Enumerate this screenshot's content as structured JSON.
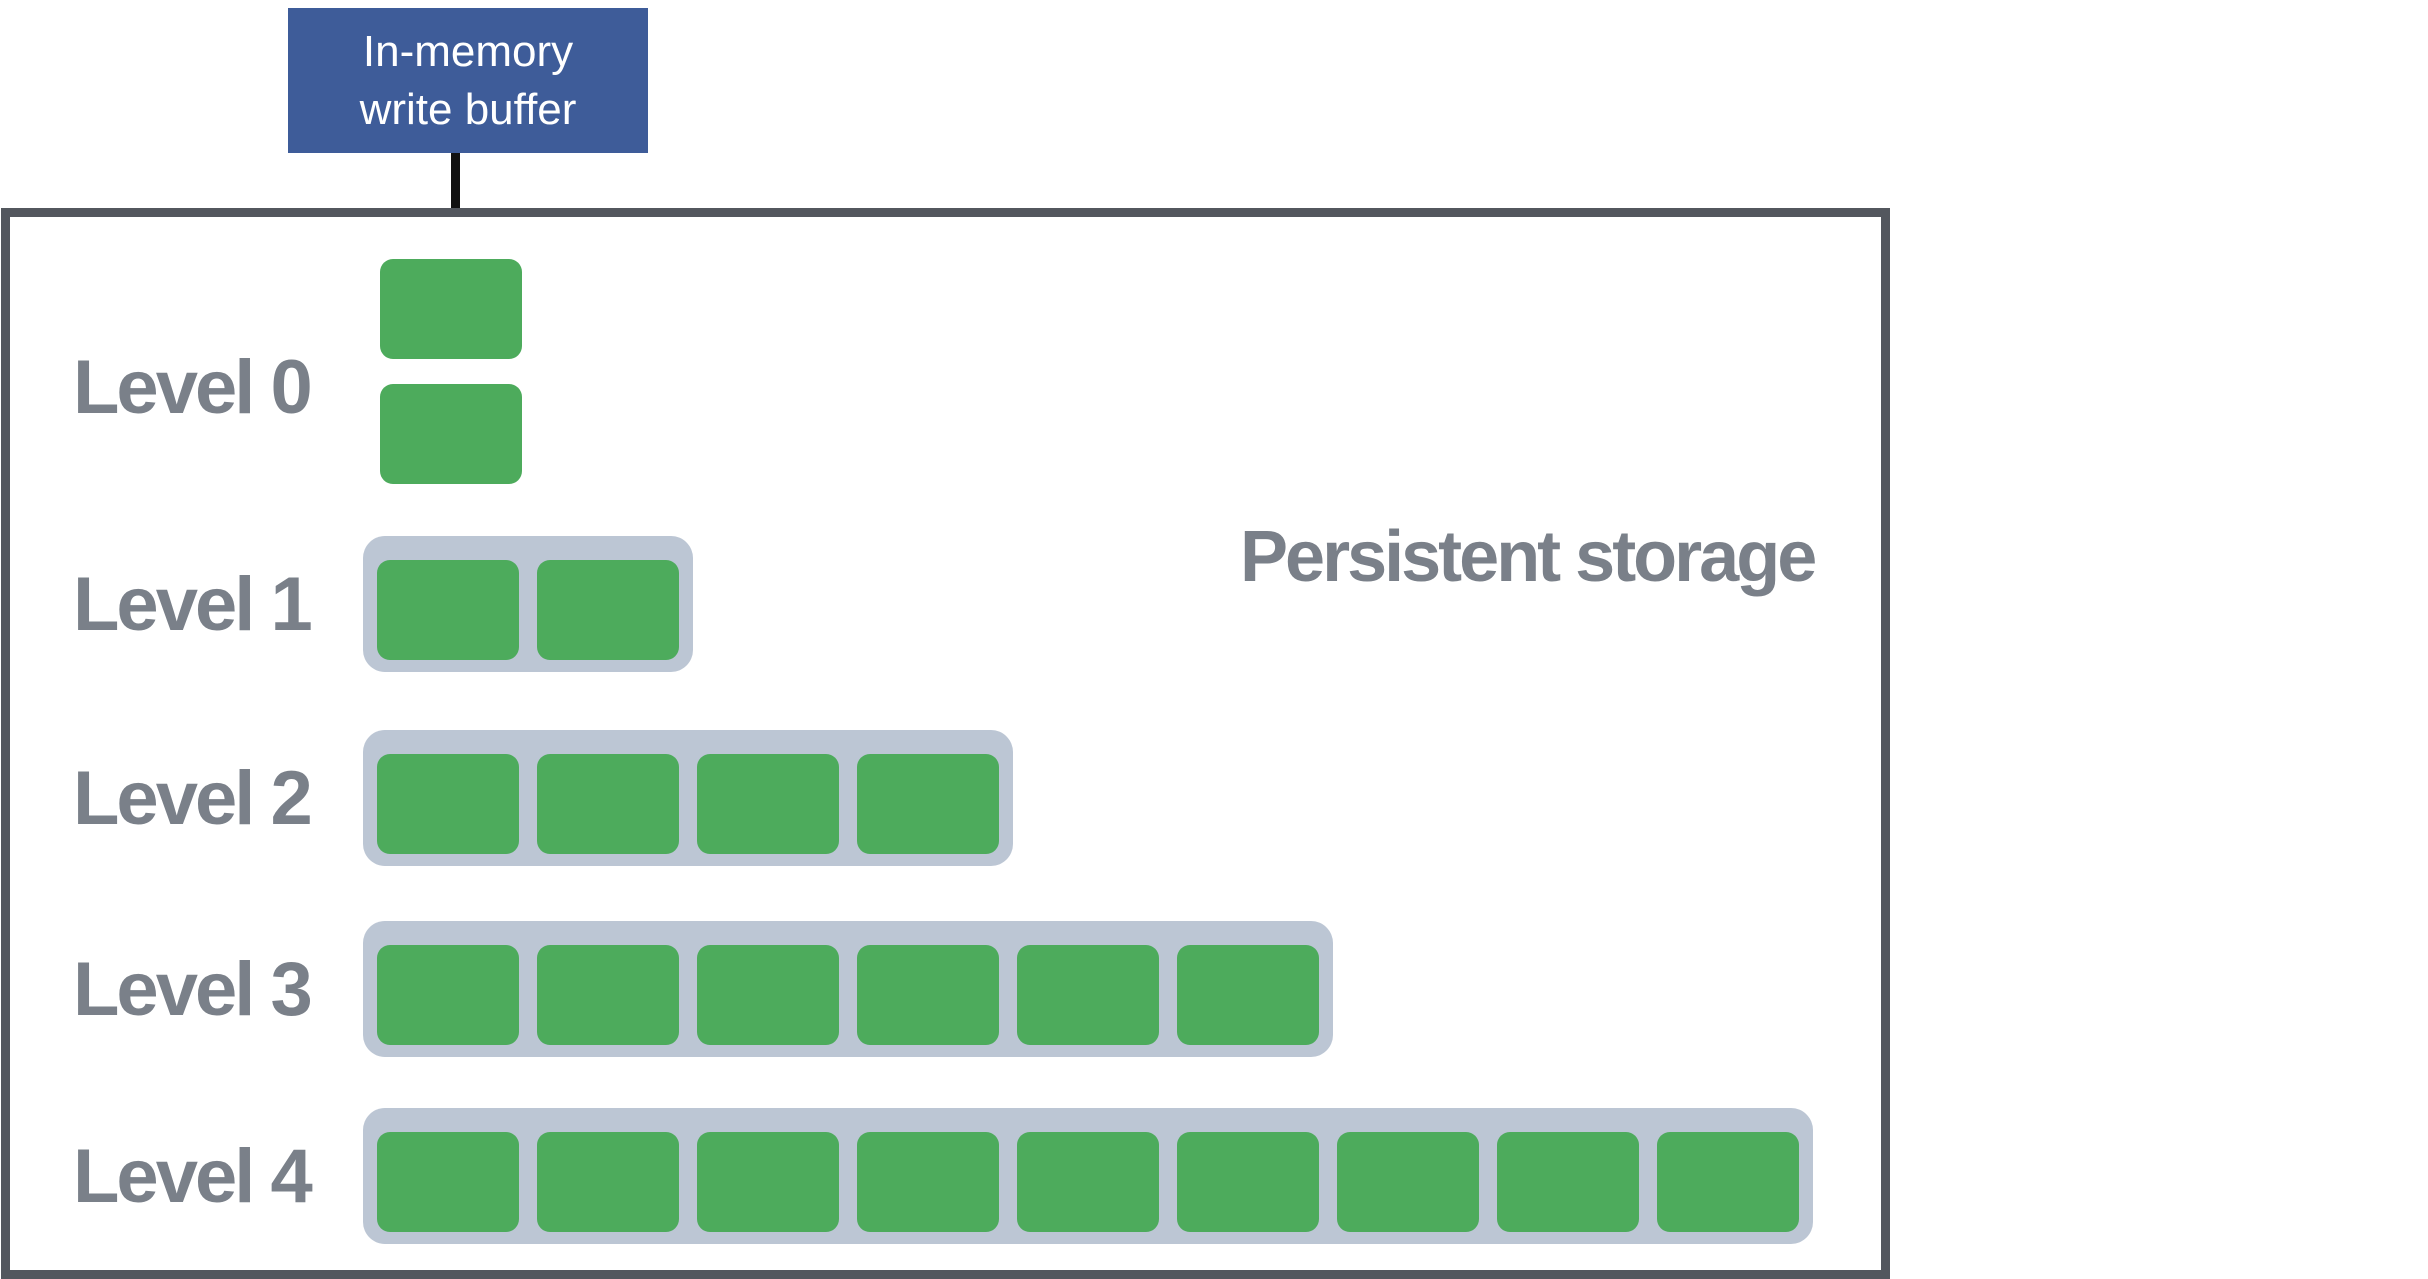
{
  "write_buffer": {
    "line1": "In-memory",
    "line2": "write buffer"
  },
  "storage_label": "Persistent storage",
  "levels": [
    {
      "label": "Level 0",
      "blocks": 2,
      "grouped": false
    },
    {
      "label": "Level 1",
      "blocks": 2,
      "grouped": true
    },
    {
      "label": "Level 2",
      "blocks": 4,
      "grouped": true
    },
    {
      "label": "Level 3",
      "blocks": 6,
      "grouped": true
    },
    {
      "label": "Level 4",
      "blocks": 9,
      "grouped": true
    }
  ],
  "colors": {
    "buffer_blue": "#3e5c99",
    "sstable_green": "#4dab5c",
    "run_container_gray": "#bcc6d4",
    "label_gray": "#7a8089",
    "box_border_gray": "#53575e",
    "arrow_black": "#111111"
  }
}
